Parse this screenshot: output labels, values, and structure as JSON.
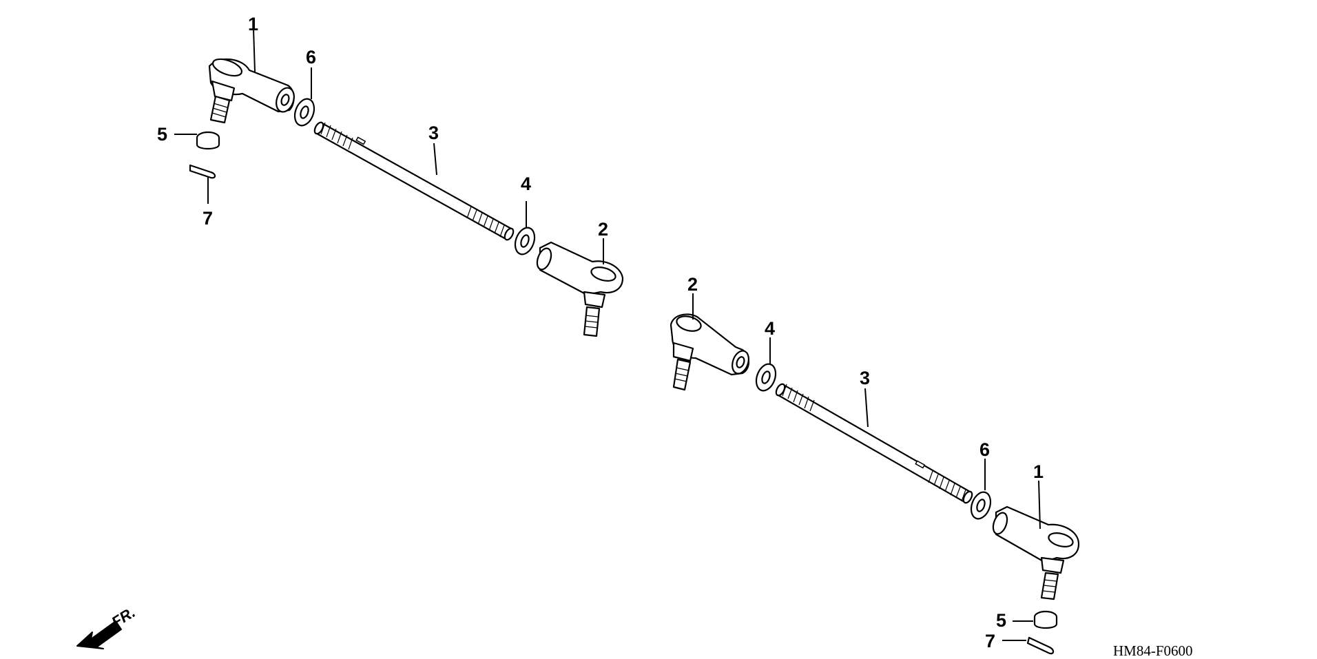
{
  "diagram_code": "HM84-F0600",
  "front_marker": "FR.",
  "callouts": {
    "left_tie_rod": {
      "outer_end": "1",
      "inner_end": "2",
      "rod": "3",
      "lock_nut": "4",
      "castle_nut": "5",
      "jam_nut": "6",
      "cotter_pin": "7"
    },
    "right_tie_rod": {
      "outer_end": "1",
      "inner_end": "2",
      "rod": "3",
      "lock_nut": "4",
      "castle_nut": "5",
      "jam_nut": "6",
      "cotter_pin": "7"
    }
  }
}
